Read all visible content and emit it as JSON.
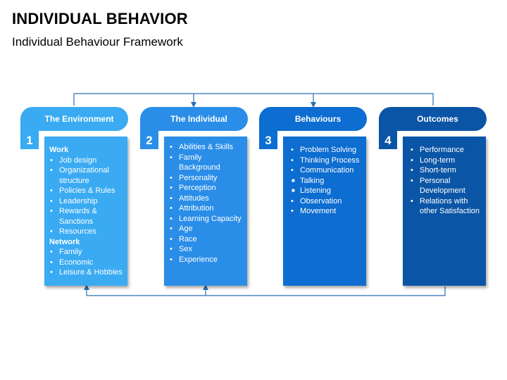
{
  "title": "INDIVIDUAL BEHAVIOR",
  "subtitle": "Individual Behaviour Framework",
  "colors": {
    "environment": "#3aabf2",
    "individual": "#2a8ee8",
    "behaviours": "#0d6dd0",
    "outcomes": "#0b55a6",
    "connector": "#2a6fb8"
  },
  "columns": [
    {
      "number": "1",
      "heading": "The Environment",
      "items": [
        {
          "kind": "head",
          "text": "Work"
        },
        {
          "kind": "dot",
          "text": "Job design"
        },
        {
          "kind": "dot",
          "text": "Organizational structure"
        },
        {
          "kind": "dot",
          "text": "Policies & Rules"
        },
        {
          "kind": "dot",
          "text": "Leadership"
        },
        {
          "kind": "dot",
          "text": "Rewards & Sanctions"
        },
        {
          "kind": "dot",
          "text": "Resources"
        },
        {
          "kind": "head",
          "text": "Network"
        },
        {
          "kind": "dot",
          "text": "Family"
        },
        {
          "kind": "dot",
          "text": "Economic"
        },
        {
          "kind": "dot",
          "text": "Leisure & Hobbies"
        }
      ]
    },
    {
      "number": "2",
      "heading": "The Individual",
      "items": [
        {
          "kind": "dot",
          "text": "Abilities & Skills"
        },
        {
          "kind": "dot",
          "text": "Family Background"
        },
        {
          "kind": "dot",
          "text": "Personality"
        },
        {
          "kind": "dot",
          "text": "Perception"
        },
        {
          "kind": "dot",
          "text": "Attitudes"
        },
        {
          "kind": "dot",
          "text": "Attribution"
        },
        {
          "kind": "dot",
          "text": "Learning Capacity"
        },
        {
          "kind": "dot",
          "text": "Age"
        },
        {
          "kind": "dot",
          "text": "Race"
        },
        {
          "kind": "dot",
          "text": "Sex"
        },
        {
          "kind": "dot",
          "text": "Experience"
        }
      ]
    },
    {
      "number": "3",
      "heading": "Behaviours",
      "items": [
        {
          "kind": "dot",
          "text": "Problem Solving"
        },
        {
          "kind": "dot",
          "text": "Thinking Process"
        },
        {
          "kind": "dot",
          "text": "Communication"
        },
        {
          "kind": "sq",
          "text": "Talking"
        },
        {
          "kind": "sq",
          "text": "Listening"
        },
        {
          "kind": "dot",
          "text": "Observation"
        },
        {
          "kind": "dot",
          "text": "Movement"
        }
      ]
    },
    {
      "number": "4",
      "heading": "Outcomes",
      "items": [
        {
          "kind": "dot",
          "text": "Performance"
        },
        {
          "kind": "dot",
          "text": "Long-term"
        },
        {
          "kind": "dot",
          "text": "Short-term"
        },
        {
          "kind": "dot",
          "text": "Personal Development"
        },
        {
          "kind": "dot",
          "text": "Relations with other Satisfaction"
        }
      ]
    }
  ]
}
